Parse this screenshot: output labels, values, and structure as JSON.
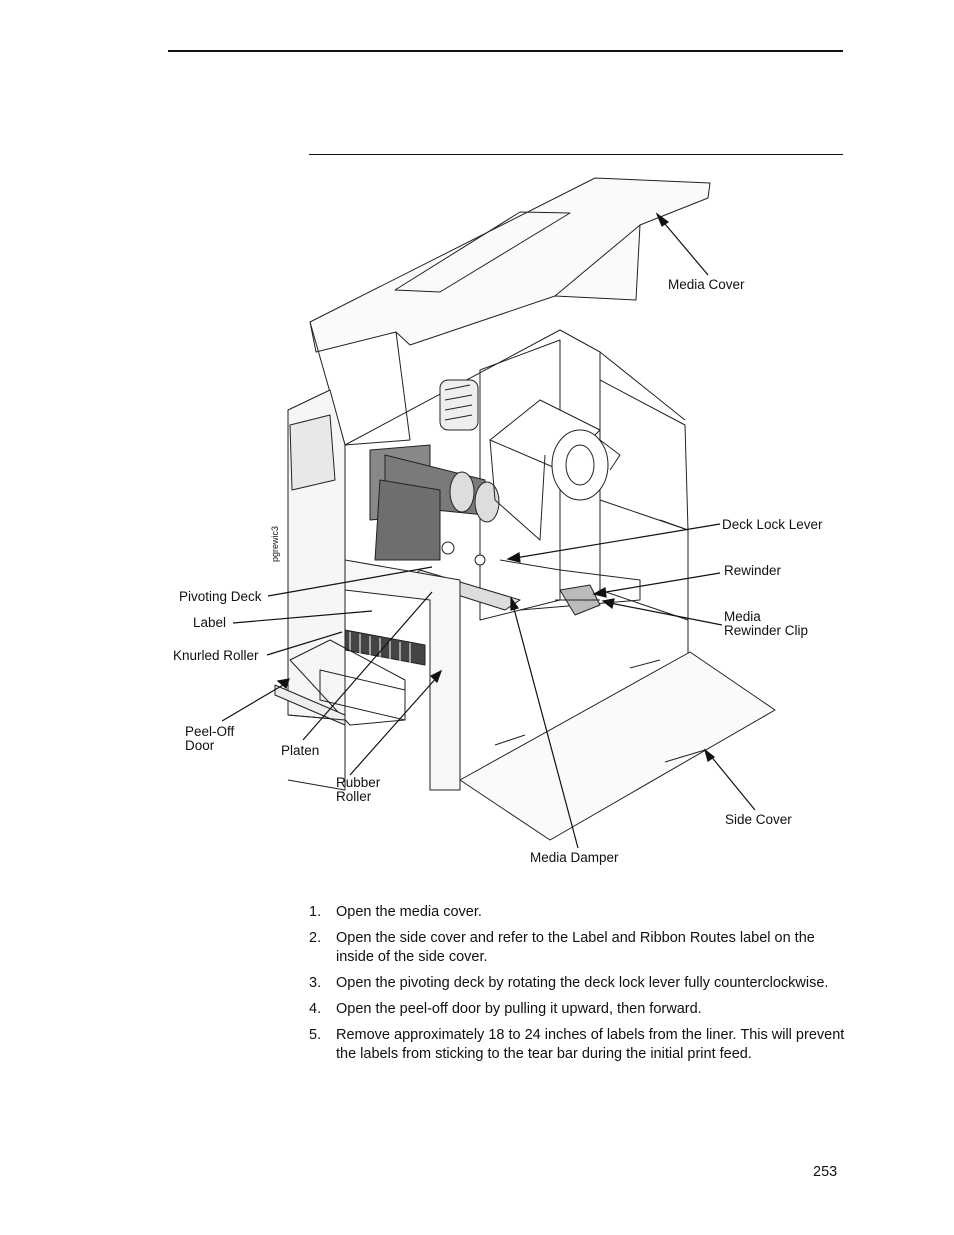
{
  "figure": {
    "side_code": "pgrewic3",
    "callouts": {
      "media_cover": "Media Cover",
      "deck_lock_lever": "Deck Lock Lever",
      "rewinder": "Rewinder",
      "media_rewinder_clip_line1": "Media",
      "media_rewinder_clip_line2": "Rewinder Clip",
      "pivoting_deck": "Pivoting Deck",
      "label": "Label",
      "knurled_roller": "Knurled Roller",
      "peel_off_door_line1": "Peel-Off",
      "peel_off_door_line2": "Door",
      "platen": "Platen",
      "rubber_roller_line1": "Rubber",
      "rubber_roller_line2": "Roller",
      "side_cover": "Side Cover",
      "media_damper": "Media Damper"
    }
  },
  "steps": [
    {
      "num": "1.",
      "text": "Open the media cover."
    },
    {
      "num": "2.",
      "text": "Open the side cover and refer to the Label and Ribbon Routes label on the inside of the side cover."
    },
    {
      "num": "3.",
      "text": "Open the pivoting deck by rotating the deck lock lever fully counterclockwise."
    },
    {
      "num": "4.",
      "text": "Open the peel-off door by pulling it upward, then forward."
    },
    {
      "num": "5.",
      "text": "Remove approximately 18 to 24 inches of labels from the liner. This will prevent the labels from sticking to the tear bar during the initial print feed."
    }
  ],
  "page_number": "253"
}
